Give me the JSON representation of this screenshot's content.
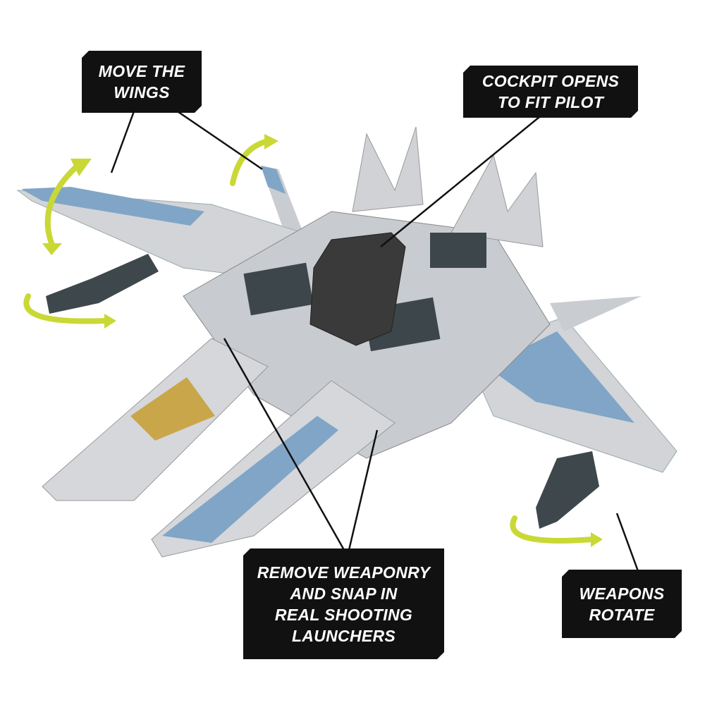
{
  "callouts": {
    "wings": [
      "MOVE THE",
      "WINGS"
    ],
    "cockpit": [
      "COCKPIT OPENS",
      "TO FIT PILOT"
    ],
    "weaponry": [
      "REMOVE WEAPONRY",
      "AND SNAP IN",
      "REAL SHOOTING",
      "LAUNCHERS"
    ],
    "rotate": [
      "WEAPONS",
      "ROTATE"
    ]
  },
  "colors": {
    "label_bg": "#111111",
    "arrow": "#c9d835",
    "hull": "#d4d6d8",
    "accent_blue": "#7fa3c4",
    "dark_parts": "#3b4448",
    "cockpit": "#3a3a3a"
  }
}
